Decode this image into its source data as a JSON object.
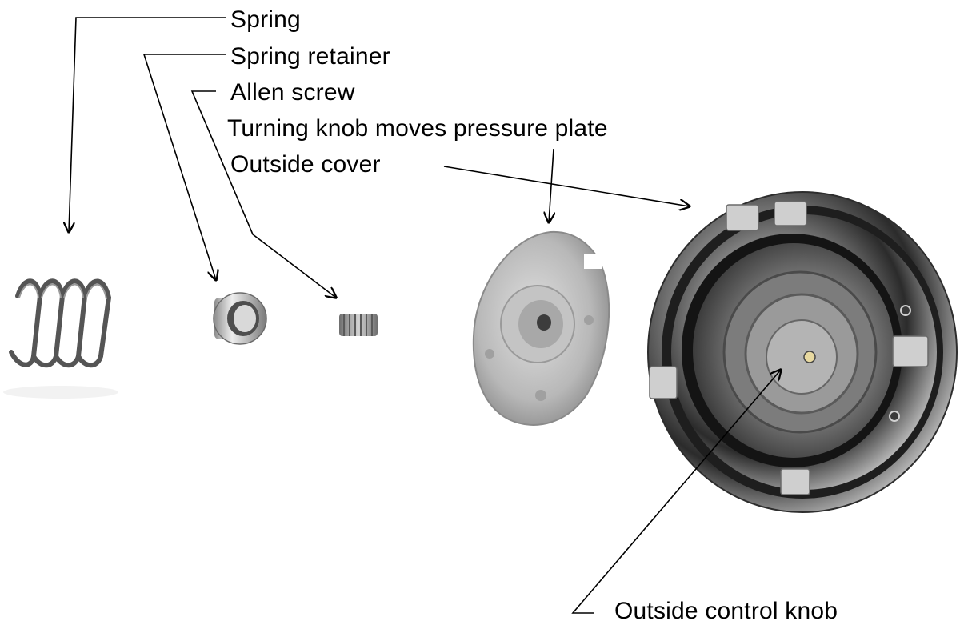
{
  "labels": {
    "spring": "Spring",
    "spring_retainer": "Spring retainer",
    "allen_screw": "Allen screw",
    "turning_knob": "Turning knob moves pressure plate",
    "outside_cover": "Outside cover",
    "outside_control_knob": "Outside control knob"
  },
  "colors": {
    "background": "#ffffff",
    "text": "#000000",
    "metal_light": "#c8c8c8",
    "metal_dark": "#3a3a3a",
    "chrome": "#6b6b6b"
  }
}
